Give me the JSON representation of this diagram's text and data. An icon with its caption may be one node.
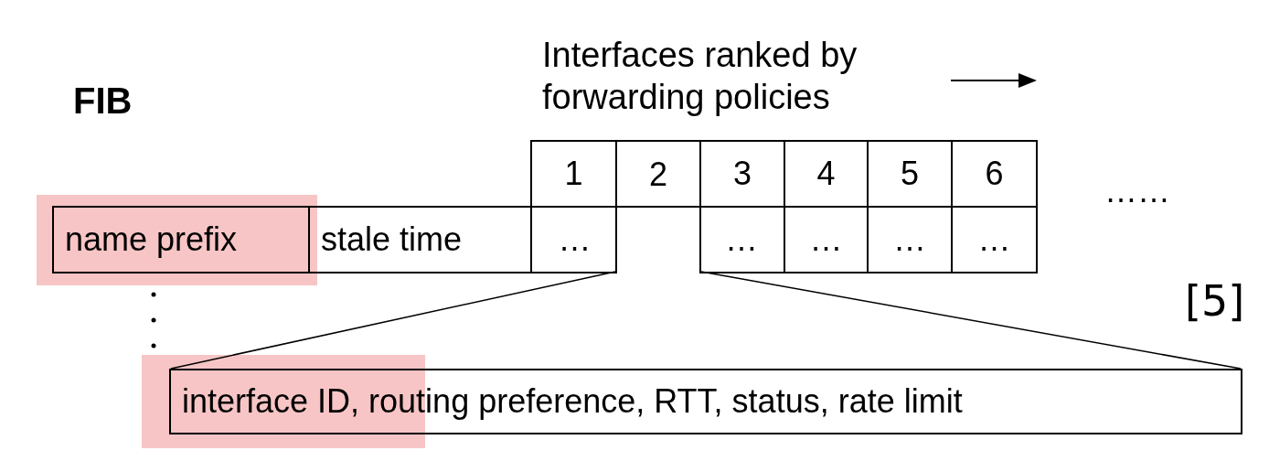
{
  "diagram": {
    "title": "FIB",
    "nodes": [
      {
        "text": [
          "1"
        ]
      },
      {
        "text": [
          "2"
        ]
      },
      {
        "text": [
          "3"
        ]
      },
      {
        "text": [
          "4"
        ]
      },
      {
        "text": [
          "5"
        ]
      },
      {
        "text": [
          "6"
        ]
      },
      {
        "text": [
          "name prefix"
        ]
      },
      {
        "text": [
          "stale time"
        ]
      },
      {
        "text": [
          "…"
        ]
      },
      {
        "text": [],
        "shape": "box"
      },
      {
        "text": [
          "…"
        ]
      },
      {
        "text": [
          "…"
        ]
      },
      {
        "text": [
          "…"
        ]
      },
      {
        "text": [
          "…"
        ]
      },
      {
        "text": [
          "interface ID, routing preference, RTT, status, rate limit"
        ]
      }
    ],
    "edges": [
      {
        "from": 9,
        "to": 14,
        "arrow": "none"
      },
      {
        "from": 9,
        "to": 14,
        "arrow": "none"
      }
    ],
    "labels": [
      "Interfaces ranked by forwarding policies",
      "……",
      "[5]"
    ]
  }
}
